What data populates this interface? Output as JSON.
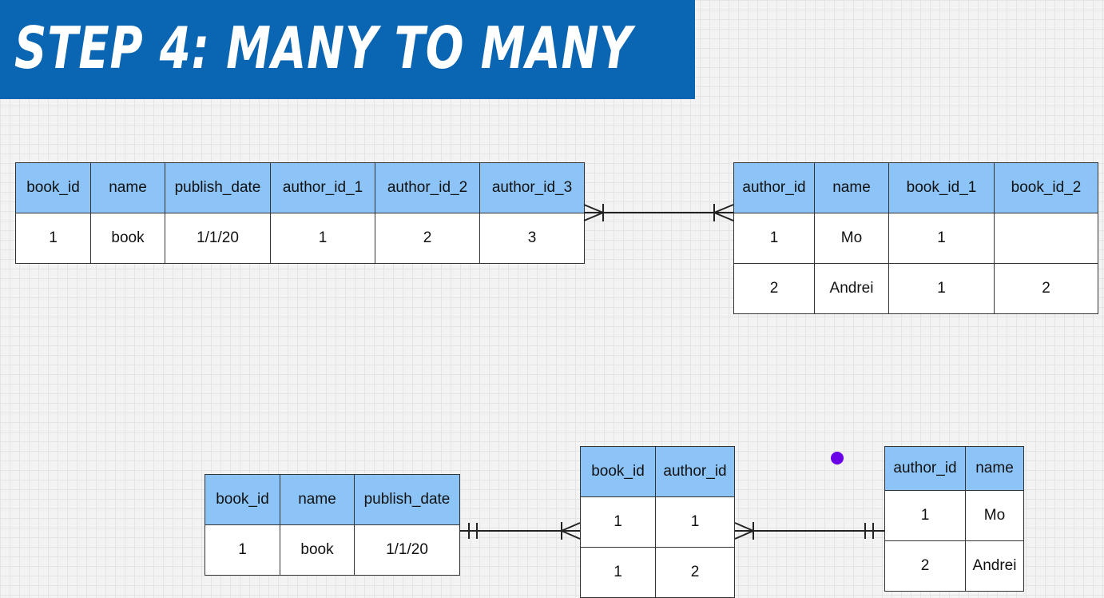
{
  "banner": {
    "title": "STEP 4: MANY TO MANY"
  },
  "colors": {
    "banner": "#0a66b2",
    "header_cell": "#8cc4f8",
    "cursor_dot": "#6a00e8"
  },
  "top_books": {
    "headers": [
      "book_id",
      "name",
      "publish_date",
      "author_id_1",
      "author_id_2",
      "author_id_3"
    ],
    "rows": [
      [
        "1",
        "book",
        "1/1/20",
        "1",
        "2",
        "3"
      ]
    ]
  },
  "top_authors": {
    "headers": [
      "author_id",
      "name",
      "book_id_1",
      "book_id_2"
    ],
    "rows": [
      [
        "1",
        "Mo",
        "1",
        ""
      ],
      [
        "2",
        "Andrei",
        "1",
        "2"
      ]
    ]
  },
  "bottom_books": {
    "headers": [
      "book_id",
      "name",
      "publish_date"
    ],
    "rows": [
      [
        "1",
        "book",
        "1/1/20"
      ]
    ]
  },
  "junction": {
    "headers": [
      "book_id",
      "author_id"
    ],
    "rows": [
      [
        "1",
        "1"
      ],
      [
        "1",
        "2"
      ]
    ]
  },
  "bottom_authors": {
    "headers": [
      "author_id",
      "name"
    ],
    "rows": [
      [
        "1",
        "Mo"
      ],
      [
        "2",
        "Andrei"
      ]
    ]
  }
}
